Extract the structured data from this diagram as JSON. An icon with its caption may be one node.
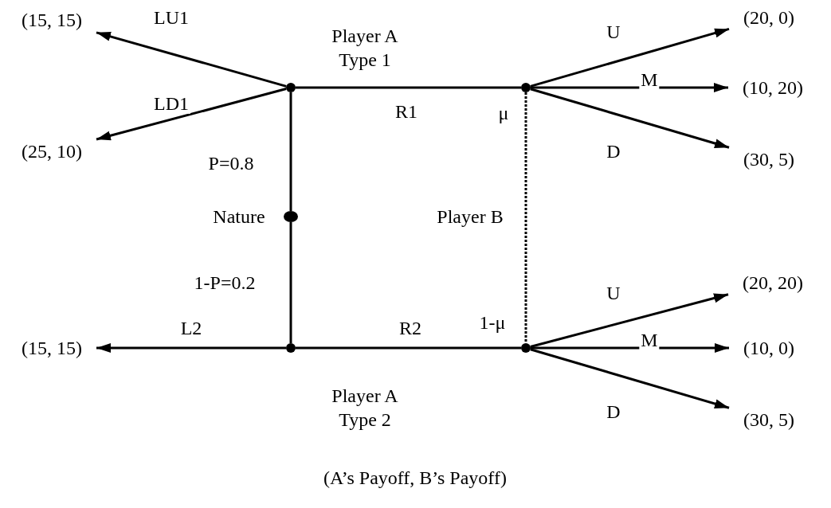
{
  "diagram": {
    "caption": "(A’s Payoff, B’s Payoff)",
    "nodes": [
      {
        "text": [
          "(15, 15)"
        ]
      },
      {
        "text": [],
        "shape": "circle",
        "beside": [
          "Player A Type 1"
        ]
      },
      {
        "text": [
          "(20, 0)"
        ]
      },
      {
        "text": [
          "(10, 20)"
        ]
      },
      {
        "text": [
          "(25, 10)"
        ]
      },
      {
        "text": [],
        "shape": "circle",
        "beside": [
          "μ"
        ]
      },
      {
        "text": [
          "(30, 5)"
        ]
      },
      {
        "text": [],
        "shape": "circle",
        "beside": [
          "Nature"
        ]
      },
      {
        "text": [
          "(20, 20)"
        ]
      },
      {
        "text": [
          "(15, 15)"
        ]
      },
      {
        "text": [],
        "shape": "circle",
        "beside": [
          "Player A Type 2"
        ]
      },
      {
        "text": [],
        "shape": "circle",
        "beside": [
          "1-μ"
        ]
      },
      {
        "text": [
          "(10, 0)"
        ]
      },
      {
        "text": [
          "(30, 5)"
        ]
      }
    ],
    "edges": [
      {
        "from": 1,
        "to": 0,
        "arrow": "to",
        "label": "LU1"
      },
      {
        "from": 1,
        "to": 4,
        "arrow": "to",
        "label": "LD1"
      },
      {
        "from": 1,
        "to": 5,
        "arrow": "none",
        "label": "R1"
      },
      {
        "from": 7,
        "to": 1,
        "arrow": "none",
        "label": "P=0.8"
      },
      {
        "from": 7,
        "to": 10,
        "arrow": "none",
        "label": "1-P=0.2"
      },
      {
        "from": 10,
        "to": 9,
        "arrow": "to",
        "label": "L2"
      },
      {
        "from": 10,
        "to": 11,
        "arrow": "none",
        "label": "R2"
      },
      {
        "from": 5,
        "to": 2,
        "arrow": "to",
        "label": "U"
      },
      {
        "from": 5,
        "to": 3,
        "arrow": "to",
        "label": "M"
      },
      {
        "from": 5,
        "to": 6,
        "arrow": "to",
        "label": "D"
      },
      {
        "from": 11,
        "to": 8,
        "arrow": "to",
        "label": "U"
      },
      {
        "from": 11,
        "to": 12,
        "arrow": "to",
        "label": "M"
      },
      {
        "from": 11,
        "to": 13,
        "arrow": "to",
        "label": "D"
      },
      {
        "from": 5,
        "to": 11,
        "arrow": "none",
        "label": "Player B",
        "style": "dashed"
      }
    ]
  }
}
